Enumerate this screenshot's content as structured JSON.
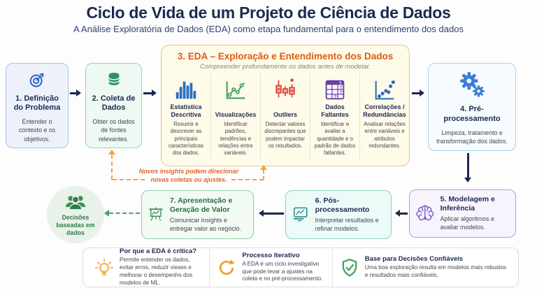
{
  "header": {
    "title": "Ciclo de Vida de um Projeto de Ciência de Dados",
    "subtitle": "A Análise Exploratória de Dados (EDA) como etapa fundamental para o entendimento dos dados"
  },
  "stages": {
    "s1": {
      "title": "1. Definição do Problema",
      "desc": "Entender o contexto e os objetivos.",
      "icon": "target-icon"
    },
    "s2": {
      "title": "2. Coleta de Dados",
      "desc": "Obter os dados de fontes relevantes.",
      "icon": "database-icon"
    },
    "s4": {
      "title": "4. Pré-processamento",
      "desc": "Limpeza, tratamento e transformação dos dados.",
      "icon": "gears-icon"
    },
    "s5": {
      "title": "5. Modelagem e Inferência",
      "desc": "Aplicar algoritmos e avaliar modelos.",
      "icon": "brain-icon"
    },
    "s6": {
      "title": "6. Pós-processamento",
      "desc": "Interpretar resultados e refinar modelos.",
      "icon": "monitor-chart-icon"
    },
    "s7": {
      "title": "7. Apresentação e Geração de Valor",
      "desc": "Comunicar insights e entregar valor ao negócio.",
      "icon": "easel-chart-icon"
    }
  },
  "eda": {
    "title": "3. EDA – Exploração e Entendimento dos Dados",
    "subtitle": "Compreender profundamente os dados antes de modelar.",
    "items": [
      {
        "title": "Estatística Descritiva",
        "desc": "Resumir e descrever as principais características dos dados.",
        "icon": "bar-chart-icon"
      },
      {
        "title": "Visualizações",
        "desc": "Identificar padrões, tendências e relações entre variáveis.",
        "icon": "line-chart-icon"
      },
      {
        "title": "Outliers",
        "desc": "Detectar valores discrepantes que podem impactar os resultados.",
        "icon": "boxplot-icon"
      },
      {
        "title": "Dados Faltantes",
        "desc": "Identificar e avaliar a quantidade e o padrão de dados faltantes.",
        "icon": "table-missing-icon"
      },
      {
        "title": "Correlações / Redundâncias",
        "desc": "Analisar relações entre variáveis e atributos redundantes.",
        "icon": "scatter-icon"
      }
    ]
  },
  "feedback": {
    "line1": "Novos insights podem direcionar",
    "line2": "novas coletas ou ajustes."
  },
  "decision": {
    "label": "Decisões baseadas em dados",
    "icon": "people-icon"
  },
  "notes": [
    {
      "title": "Por que a EDA é crítica?",
      "desc": "Permite entender os dados, evitar erros, reduzir vieses e melhorar o desempenho dos modelos de ML.",
      "icon": "lightbulb-icon"
    },
    {
      "title": "Processo Iterativo",
      "desc": "A EDA é um ciclo investigativo que pode levar a ajustes na coleta e no pré-processamento.",
      "icon": "refresh-icon"
    },
    {
      "title": "Base para Decisões Confiáveis",
      "desc": "Uma boa exploração resulta em modelos mais robustos e resultados mais confiáveis.",
      "icon": "shield-check-icon"
    }
  ],
  "glyphs": {
    "question": "?"
  },
  "colors": {
    "navy": "#1b2750",
    "title_navy": "#1c2951",
    "orange": "#d85c17",
    "dash_orange": "#f2a240",
    "blue": "#2e62c9",
    "green": "#2f9161",
    "teal": "#2b8c82",
    "purple": "#7a52c7",
    "red": "#d9453a",
    "dash_green": "#4f9f68",
    "bulb_orange": "#f0a83c",
    "shield_green": "#44a45c"
  }
}
